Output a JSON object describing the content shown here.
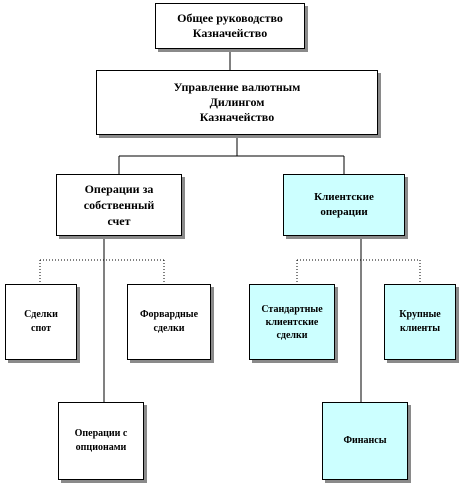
{
  "diagram": {
    "colors": {
      "box_fill": "#ffffff",
      "client_fill": "#ccffff",
      "border": "#000000",
      "shadow": "#8a8a8a"
    },
    "nodes": {
      "general_management": "Общее руководство\nКазначейство",
      "fx_dealing_management": "Управление валютным\nДилингом\nКазначейство",
      "own_account_operations": "Операции за\nсобственный\nсчет",
      "client_operations": "Клиентские\nоперации",
      "spot_deals": "Сделки\nспот",
      "forward_deals": "Форвардные\nсделки",
      "standard_client_deals": "Стандартные\nклиентские\nсделки",
      "large_clients": "Крупные\nклиенты",
      "options_operations": "Операции с\nопционами",
      "financials": "Финансы"
    }
  }
}
